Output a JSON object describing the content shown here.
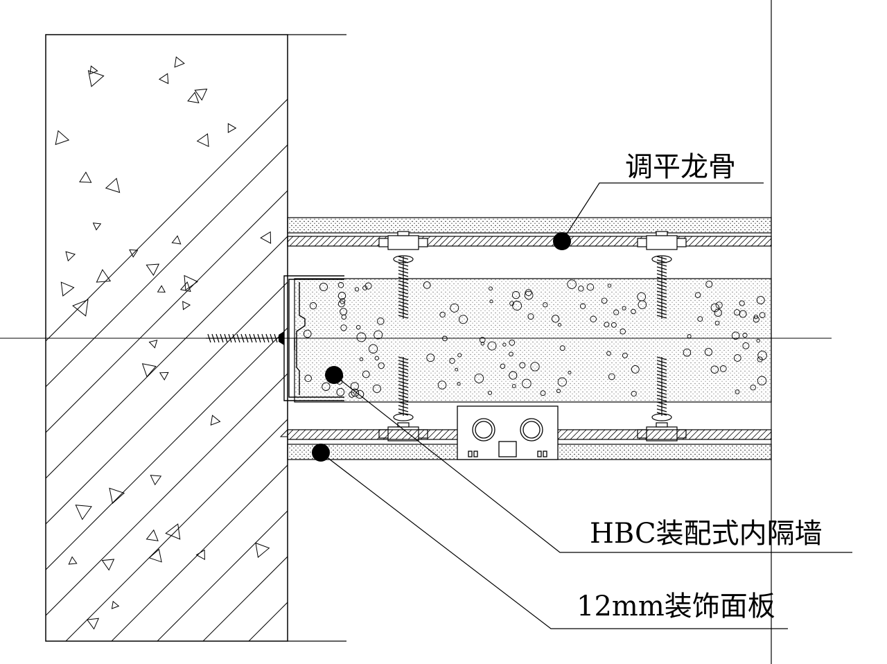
{
  "labels": {
    "leveling_keel": "调平龙骨",
    "hbc_partition_wall": "HBC装配式内隔墙",
    "decorative_panel": "12mm装饰面板"
  },
  "colors": {
    "line": "#000000",
    "background": "#ffffff",
    "marker": "#000000"
  },
  "icons": {
    "concrete_symbol": "triangle-aggregate",
    "screw": "threaded-screw",
    "conduit": "circle-pipe",
    "leader_dot": "filled-circle"
  }
}
